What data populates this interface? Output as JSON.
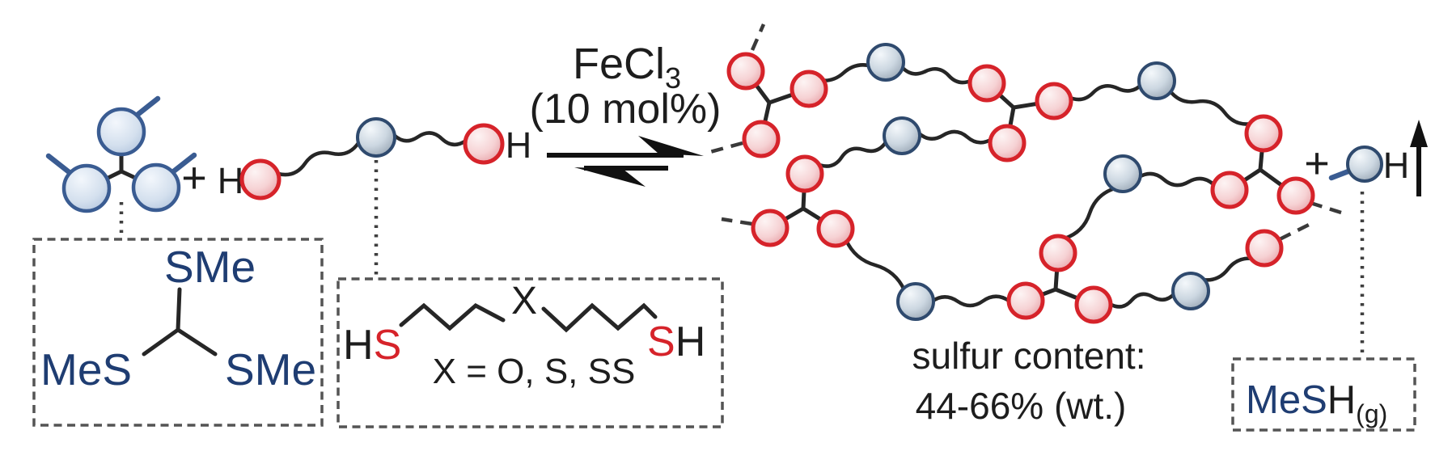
{
  "colors": {
    "navy_text": "#1f3d72",
    "red_text": "#d6232a",
    "black_text": "#1d1d1d",
    "sulfur_sphere_stroke": "#d6232a",
    "sulfur_sphere_fill": "#f6d2d4",
    "linker_sphere_stroke": "#2f4a6e",
    "linker_sphere_fill": "#c9d5e0",
    "reagent_sphere_stroke": "#3a5c92",
    "bond": "#262626"
  },
  "reaction": {
    "catalyst_formula": "FeCl",
    "catalyst_sub": "3",
    "catalyst_loading": "(10 mol%)",
    "plus": "+",
    "dithiol_h_left": "H",
    "dithiol_h_right": "H"
  },
  "orthoester_box": {
    "top": "SMe",
    "bottom_left": "MeS",
    "bottom_right": "SMe"
  },
  "dithiol_box": {
    "h_left": "H",
    "s_left": "S",
    "x": "X",
    "s_right": "S",
    "h_right": "H",
    "variants": "X = O, S, SS"
  },
  "product": {
    "sulfur_line1": "sulfur content:",
    "sulfur_line2": "44-66% (wt.)"
  },
  "byproduct": {
    "plus": "+",
    "h": "H",
    "label_mes": "MeS",
    "label_h": "H",
    "label_phase": "(g)"
  }
}
